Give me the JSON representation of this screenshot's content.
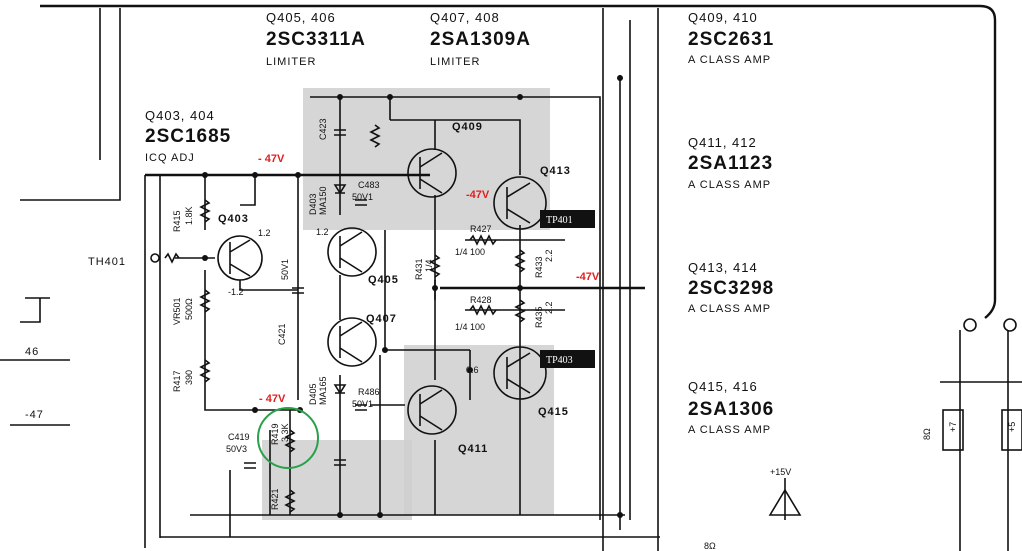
{
  "header_labels": [
    {
      "id": "q405-408",
      "ref": "Q405, 406",
      "part": "2SC3311A",
      "role": "LIMITER"
    },
    {
      "id": "q407-408",
      "ref": "Q407, 408",
      "part": "2SA1309A",
      "role": "LIMITER"
    },
    {
      "id": "q403-404",
      "ref": "Q403, 404",
      "part": "2SC1685",
      "role": "ICQ ADJ"
    }
  ],
  "side_labels": [
    {
      "id": "q409-410",
      "ref": "Q409, 410",
      "part": "2SC2631",
      "role": "A CLASS AMP"
    },
    {
      "id": "q411-412",
      "ref": "Q411, 412",
      "part": "2SA1123",
      "role": "A CLASS AMP"
    },
    {
      "id": "q413-414",
      "ref": "Q413, 414",
      "part": "2SC3298",
      "role": "A CLASS AMP"
    },
    {
      "id": "q415-416",
      "ref": "Q415, 416",
      "part": "2SA1306",
      "role": "A CLASS AMP"
    }
  ],
  "transistors": {
    "q403": "Q403",
    "q405": "Q405",
    "q407": "Q407",
    "q409": "Q409",
    "q411": "Q411",
    "q413": "Q413",
    "q415": "Q415"
  },
  "tags": {
    "tp401": "TP401",
    "tp403": "TP403"
  },
  "thermistor": "TH401",
  "voltage_marks": {
    "v1": "- 47V",
    "v2": "-47V",
    "v3": "- 47V",
    "v4": "-47V"
  },
  "pin_labels": {
    "p1": "1.2",
    "p2": "-1.2",
    "p3": "1.2",
    "p4": "0.6"
  },
  "components": {
    "r415": "R415",
    "r415v": "1.8K",
    "vr501": "VR501",
    "vr501v": "500Ω",
    "r417": "R417",
    "r417v": "390",
    "c421": "C421",
    "c421v": "50V1",
    "r427": "R427",
    "r427v": "1/4  100",
    "r428": "R428",
    "r428v": "1/4  100",
    "r433": "R433",
    "r433v": "2.2",
    "r435": "R435",
    "r435v": "2.2",
    "r431": "R431",
    "r431v": "1/4",
    "c483": "C483",
    "c483v": "50V1",
    "r486": "R486",
    "r486v": "50V1",
    "d403": "D403",
    "d403v": "MA150",
    "d405": "D405",
    "d405v": "MA165",
    "c419": "C419",
    "c419v": "50V3",
    "r419": "R419",
    "r419v": "3.3K",
    "r421": "R421",
    "c423": "C423"
  },
  "left_labels": {
    "l46": "46",
    "l47": "-47"
  },
  "right_misc": {
    "plus15": "+15V",
    "r8": "8Ω",
    "c8": "8Ω",
    "fuse": "+7",
    "fuse2": "+5"
  },
  "annotation_circle_color": "#2aa04a",
  "voltage_color": "#e02020"
}
